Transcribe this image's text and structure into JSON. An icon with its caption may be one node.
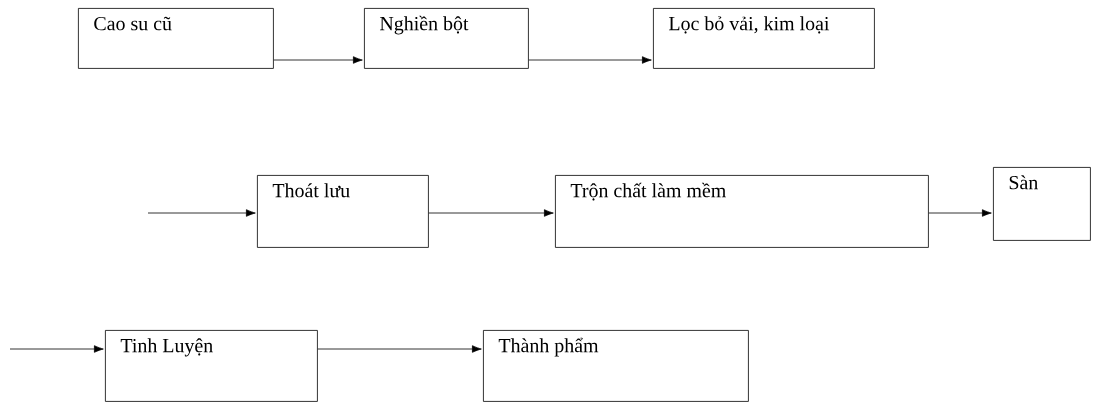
{
  "diagram": {
    "nodes": [
      {
        "text": [
          "Cao su cũ"
        ]
      },
      {
        "text": [
          "Nghiền bột"
        ]
      },
      {
        "text": [
          "Lọc bỏ vải, kim loại"
        ]
      },
      {
        "text": [
          "Thoát lưu"
        ]
      },
      {
        "text": [
          "Trộn chất làm mềm"
        ]
      },
      {
        "text": [
          "Sàn"
        ]
      },
      {
        "text": [
          "Tinh Luyện"
        ]
      },
      {
        "text": [
          "Thành phẩm"
        ]
      }
    ],
    "edges": [
      {
        "from": 0,
        "to": 1,
        "arrow": "to"
      },
      {
        "from": 1,
        "to": 2,
        "arrow": "to"
      },
      {
        "from": null,
        "to": 3,
        "arrow": "to"
      },
      {
        "from": 3,
        "to": 4,
        "arrow": "to"
      },
      {
        "from": 4,
        "to": 5,
        "arrow": "to"
      },
      {
        "from": null,
        "to": 6,
        "arrow": "to"
      },
      {
        "from": 6,
        "to": 7,
        "arrow": "to"
      }
    ]
  }
}
